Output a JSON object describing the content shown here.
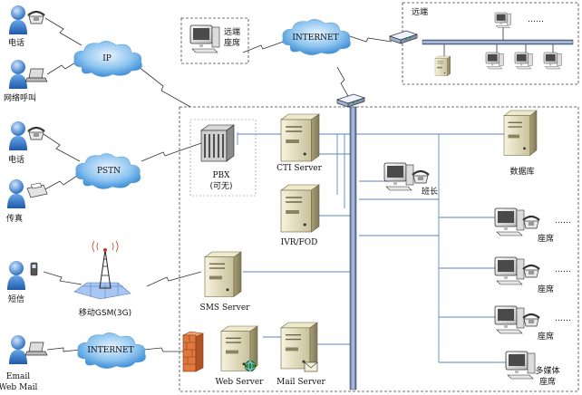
{
  "clouds": {
    "ip": "IP",
    "pstn": "PSTN",
    "internet_top": "INTERNET",
    "internet_bottom": "INTERNET"
  },
  "left_users": {
    "phone1": "电话",
    "web_call": "网络呼叫",
    "phone2": "电话",
    "fax": "传真",
    "sms": "短信",
    "email_line1": "Email",
    "email_line2": "Web Mail"
  },
  "remote_agent": {
    "line1": "远端",
    "line2": "座席"
  },
  "remote_site": {
    "label": "远端",
    "ellipsis": "……"
  },
  "gsm": "移动GSM(3G)",
  "servers": {
    "pbx_line1": "PBX",
    "pbx_line2": "(可无)",
    "cti": "CTI Server",
    "ivr": "IVR/FOD",
    "sms": "SMS Server",
    "web": "Web Server",
    "mail": "Mail Server"
  },
  "right_side": {
    "database": "数据库",
    "team_leader": "班长",
    "agent1": "座席",
    "agent2": "座席",
    "agent3": "座席",
    "multimedia_line1": "多媒体",
    "multimedia_line2": "座席",
    "ellipsis": "……"
  }
}
